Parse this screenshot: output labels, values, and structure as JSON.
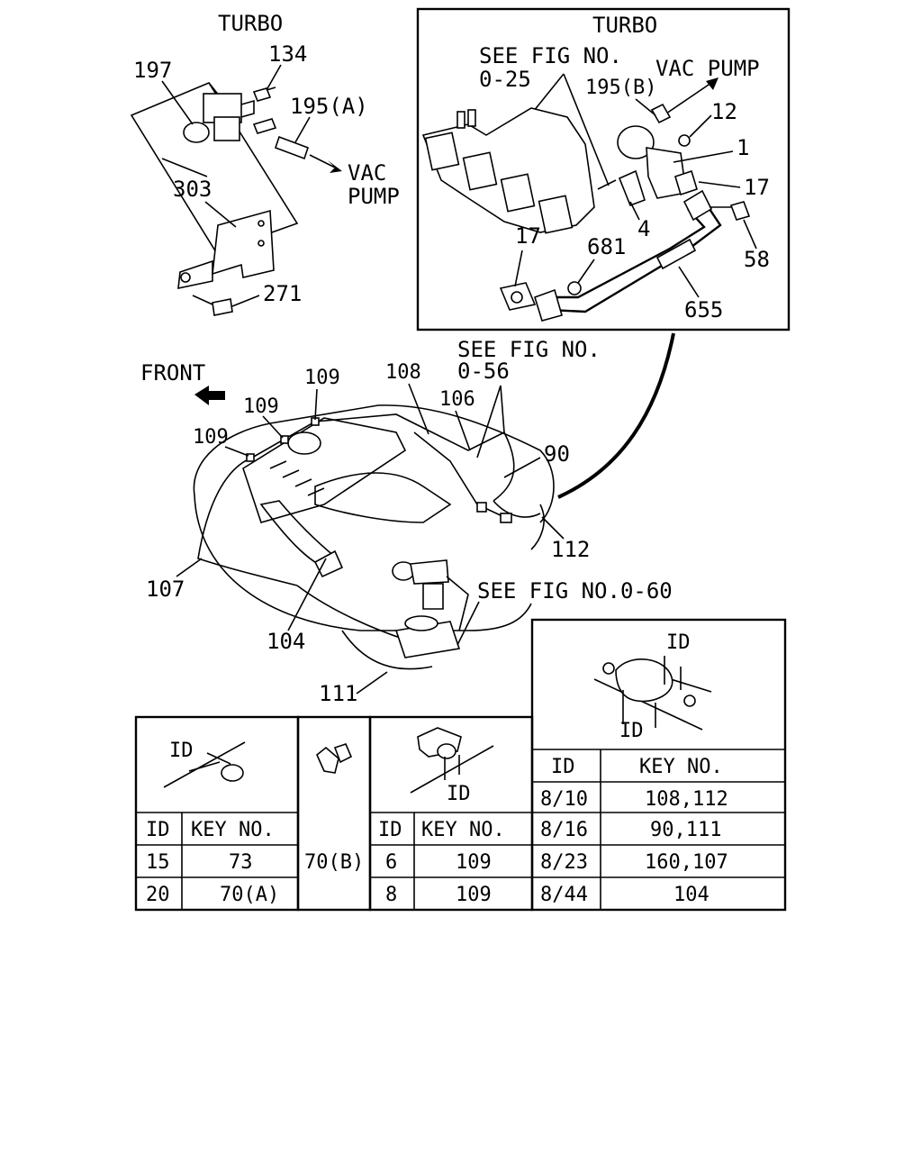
{
  "headers": {
    "turbo_left": "TURBO",
    "turbo_right": "TURBO",
    "front": "FRONT"
  },
  "notes": {
    "see_fig_025_a": "SEE FIG NO.",
    "see_fig_025_b": "0-25",
    "see_fig_056_a": "SEE FIG NO.",
    "see_fig_056_b": "0-56",
    "see_fig_060": "SEE FIG NO.0-60",
    "vac_pump_left_a": "VAC",
    "vac_pump_left_b": "PUMP",
    "vac_pump_right": "VAC PUMP"
  },
  "callouts": {
    "p197": "197",
    "p134": "134",
    "p195a": "195(A)",
    "p303": "303",
    "p271": "271",
    "p195b": "195(B)",
    "p12": "12",
    "p1": "1",
    "p17a": "17",
    "p4": "4",
    "p17b": "17",
    "p681": "681",
    "p58": "58",
    "p655": "655",
    "p109a": "109",
    "p109b": "109",
    "p109c": "109",
    "p108": "108",
    "p106": "106",
    "p90": "90",
    "p112": "112",
    "p107": "107",
    "p104": "104",
    "p111": "111"
  },
  "clip_tables": {
    "id_label": "ID",
    "table1": {
      "headers": [
        "ID",
        "KEY NO."
      ],
      "rows": [
        [
          "15",
          "73"
        ],
        [
          "20",
          "70(A)"
        ]
      ]
    },
    "table2": {
      "key": "70(B)"
    },
    "table3": {
      "headers": [
        "ID",
        "KEY NO."
      ],
      "rows": [
        [
          "6",
          "109"
        ],
        [
          "8",
          "109"
        ]
      ]
    },
    "table4": {
      "headers": [
        "ID",
        "KEY NO."
      ],
      "rows": [
        [
          "8/10",
          "108,112"
        ],
        [
          "8/16",
          "90,111"
        ],
        [
          "8/23",
          "160,107"
        ],
        [
          "8/44",
          "104"
        ]
      ]
    }
  }
}
